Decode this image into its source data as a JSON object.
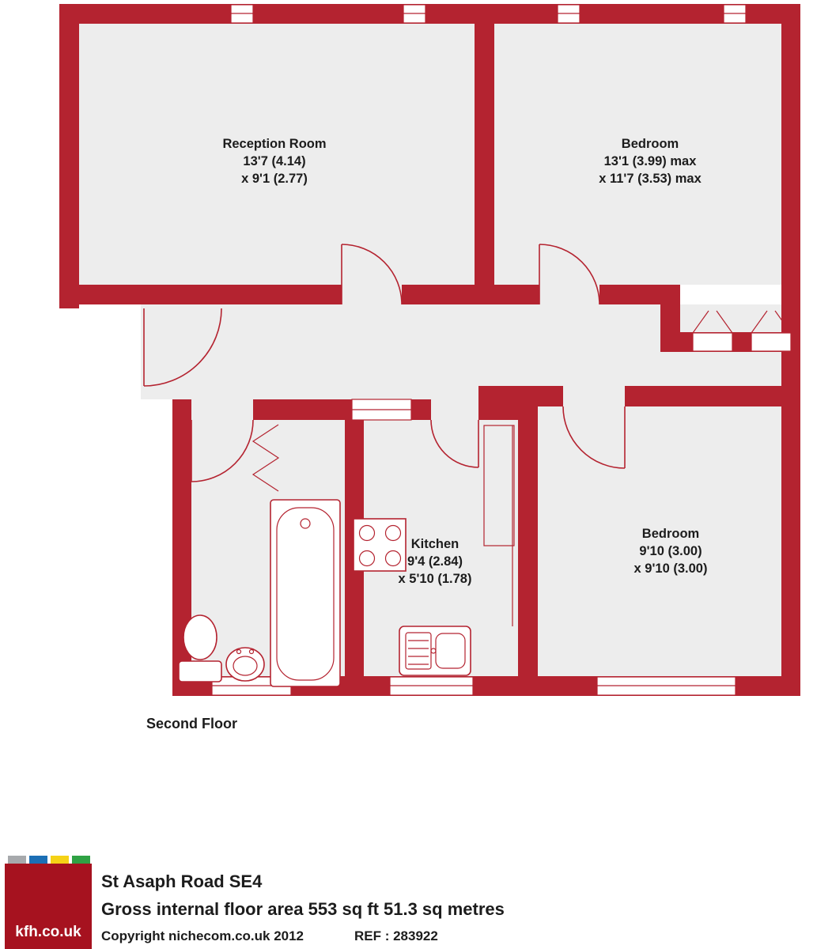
{
  "colors": {
    "wall": "#b42330",
    "floor": "#ededed",
    "label_text": "#1c1c1c",
    "logo_bg": "#a6121f",
    "logo_tabs": [
      "#a7a9ac",
      "#1c6fb5",
      "#f5d216",
      "#2fa244"
    ]
  },
  "rooms": {
    "reception": {
      "name": "Reception Room",
      "dim1": "13'7 (4.14)",
      "dim2": "x 9'1 (2.77)"
    },
    "bedroom1": {
      "name": "Bedroom",
      "dim1": "13'1 (3.99) max",
      "dim2": "x 11'7 (3.53) max"
    },
    "kitchen": {
      "name": "Kitchen",
      "dim1": "9'4 (2.84)",
      "dim2": "x 5'10 (1.78)"
    },
    "bedroom2": {
      "name": "Bedroom",
      "dim1": "9'10 (3.00)",
      "dim2": "x 9'10 (3.00)"
    }
  },
  "floor_label": "Second Floor",
  "footer": {
    "address": "St Asaph Road SE4",
    "area": "Gross internal floor area 553 sq ft 51.3 sq metres",
    "copyright": "Copyright nichecom.co.uk 2012",
    "ref": "REF : 283922",
    "logo": "kfh.co.uk"
  }
}
